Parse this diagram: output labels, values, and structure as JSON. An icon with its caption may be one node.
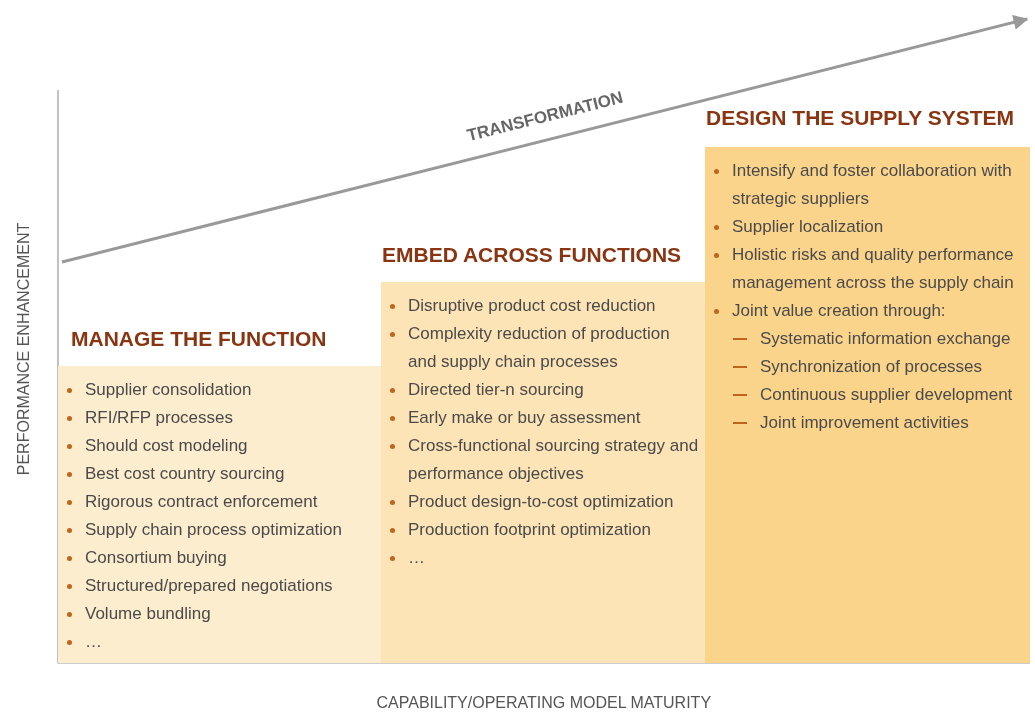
{
  "diagram": {
    "nodes": [
      {
        "text": [
          "MANAGE THE FUNCTION",
          "Supplier consolidation",
          "RFI/RFP processes",
          "Should cost modeling",
          "Best cost country sourcing",
          "Rigorous contract enforcement",
          "Supply chain process optimization",
          "Consortium buying",
          "Structured/prepared negotiations",
          "Volume bundling",
          "…"
        ]
      },
      {
        "text": [
          "EMBED ACROSS FUNCTIONS",
          "Disruptive product cost reduction",
          "Complexity reduction of production and supply chain processes",
          "Directed tier-n sourcing",
          "Early make or buy assessment",
          "Cross-functional sourcing strategy and performance objectives",
          "Product design-to-cost optimization",
          "Production footprint optimization",
          "…"
        ]
      },
      {
        "text": [
          "DESIGN THE SUPPLY SYSTEM",
          "Intensify and foster collaboration with strategic suppliers",
          "Supplier localization",
          "Holistic risks and quality performance management across the supply chain",
          "Joint value creation through:",
          "Systematic information exchange",
          "Synchronization of processes",
          "Continuous supplier development",
          "Joint improvement activities"
        ]
      }
    ],
    "labels": [
      "TRANSFORMATION",
      "PERFORMANCE ENHANCEMENT",
      "CAPABILITY/OPERATING MODEL MATURITY"
    ]
  }
}
